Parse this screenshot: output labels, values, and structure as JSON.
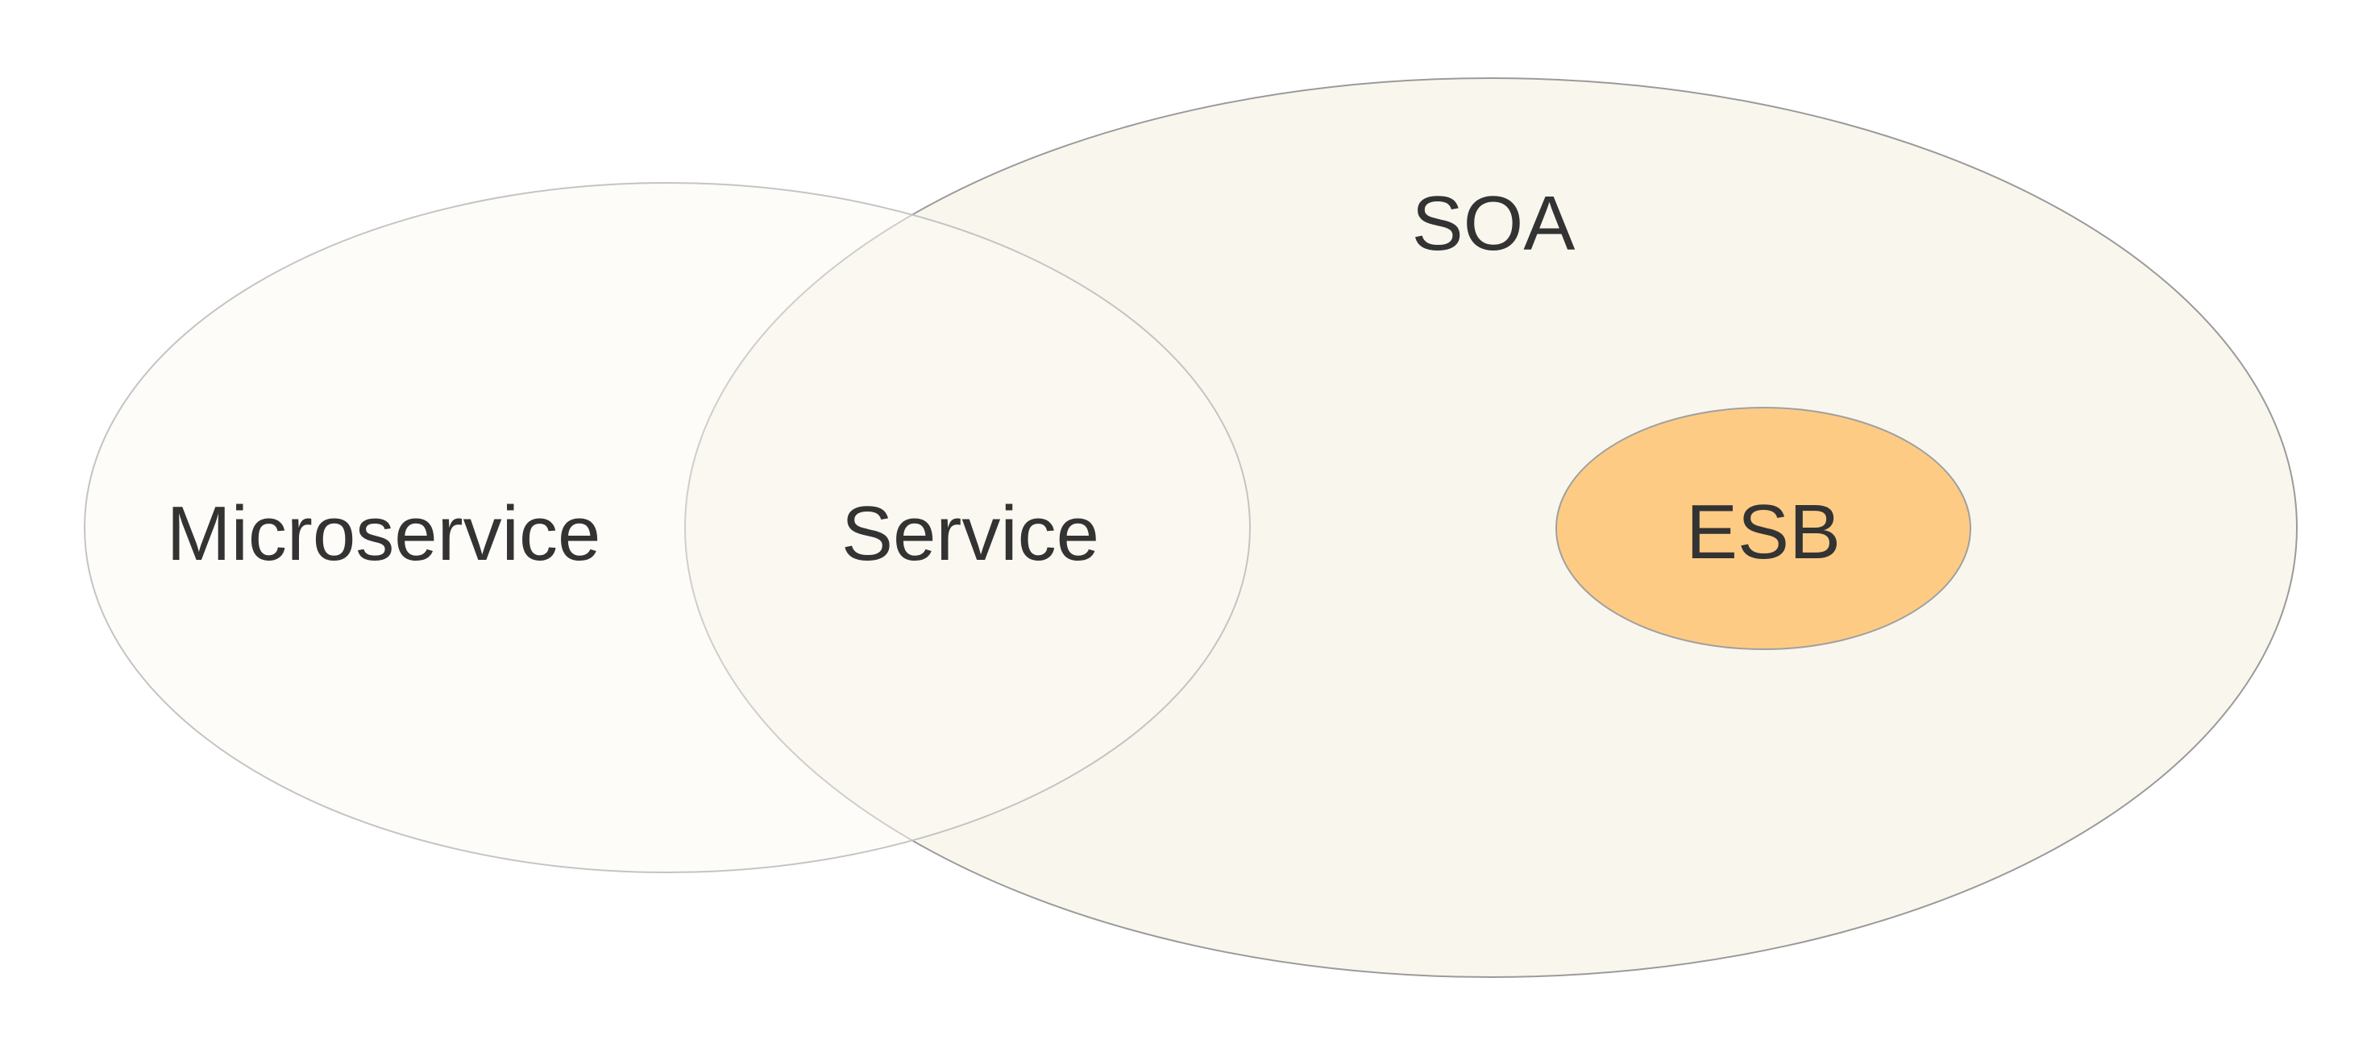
{
  "diagram": {
    "soa_label": "SOA",
    "microservice_label": "Microservice",
    "service_label": "Service",
    "esb_label": "ESB"
  },
  "colors": {
    "soa_fill": "#f9f7ed",
    "microservice_fill": "#fbfaf3",
    "esb_fill": "#fecb85",
    "soa_stroke": "#9a9a9a",
    "microservice_stroke": "#c4c4c4",
    "esb_stroke": "#a0a0a0",
    "text": "#333333"
  }
}
